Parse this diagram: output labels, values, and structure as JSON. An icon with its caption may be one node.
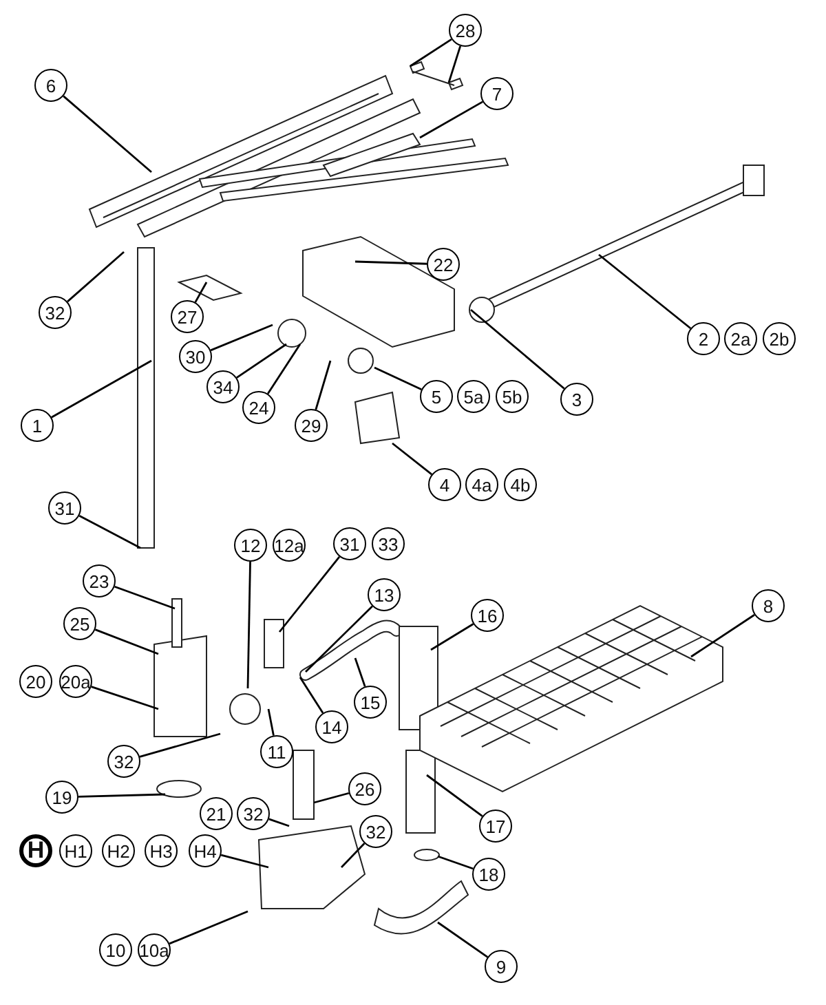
{
  "diagram": {
    "nodes": [
      {
        "text": [
          "6"
        ]
      },
      {
        "text": [
          "28"
        ]
      },
      {
        "text": [
          "7"
        ]
      },
      {
        "text": [
          "32"
        ]
      },
      {
        "text": [
          "22"
        ]
      },
      {
        "text": [
          "27"
        ]
      },
      {
        "text": [
          "2"
        ]
      },
      {
        "text": [
          "2a"
        ]
      },
      {
        "text": [
          "2b"
        ]
      },
      {
        "text": [
          "30"
        ]
      },
      {
        "text": [
          "34"
        ]
      },
      {
        "text": [
          "24"
        ]
      },
      {
        "text": [
          "29"
        ]
      },
      {
        "text": [
          "5"
        ]
      },
      {
        "text": [
          "5a"
        ]
      },
      {
        "text": [
          "5b"
        ]
      },
      {
        "text": [
          "3"
        ]
      },
      {
        "text": [
          "1"
        ]
      },
      {
        "text": [
          "4"
        ]
      },
      {
        "text": [
          "4a"
        ]
      },
      {
        "text": [
          "4b"
        ]
      },
      {
        "text": [
          "31"
        ]
      },
      {
        "text": [
          "12"
        ]
      },
      {
        "text": [
          "12a"
        ]
      },
      {
        "text": [
          "31"
        ]
      },
      {
        "text": [
          "33"
        ]
      },
      {
        "text": [
          "13"
        ]
      },
      {
        "text": [
          "23"
        ]
      },
      {
        "text": [
          "25"
        ]
      },
      {
        "text": [
          "20"
        ]
      },
      {
        "text": [
          "20a"
        ]
      },
      {
        "text": [
          "16"
        ]
      },
      {
        "text": [
          "8"
        ]
      },
      {
        "text": [
          "15"
        ]
      },
      {
        "text": [
          "14"
        ]
      },
      {
        "text": [
          "32"
        ]
      },
      {
        "text": [
          "11"
        ]
      },
      {
        "text": [
          "26"
        ]
      },
      {
        "text": [
          "19"
        ]
      },
      {
        "text": [
          "21"
        ]
      },
      {
        "text": [
          "32"
        ]
      },
      {
        "text": [
          "32"
        ]
      },
      {
        "text": [
          "17"
        ]
      },
      {
        "text": [
          "H"
        ]
      },
      {
        "text": [
          "H1"
        ]
      },
      {
        "text": [
          "H2"
        ]
      },
      {
        "text": [
          "H3"
        ]
      },
      {
        "text": [
          "H4"
        ]
      },
      {
        "text": [
          "18"
        ]
      },
      {
        "text": [
          "10"
        ]
      },
      {
        "text": [
          "10a"
        ]
      },
      {
        "text": [
          "9"
        ]
      }
    ],
    "edges": [
      {
        "from": 0,
        "to": null,
        "arrow": "none"
      },
      {
        "from": 1,
        "to": null,
        "arrow": "none"
      },
      {
        "from": 1,
        "to": null,
        "arrow": "none"
      },
      {
        "from": 2,
        "to": null,
        "arrow": "none"
      },
      {
        "from": 3,
        "to": null,
        "arrow": "none"
      },
      {
        "from": 4,
        "to": null,
        "arrow": "none"
      },
      {
        "from": 5,
        "to": null,
        "arrow": "none"
      },
      {
        "from": 6,
        "to": null,
        "arrow": "none"
      },
      {
        "from": 9,
        "to": null,
        "arrow": "none"
      },
      {
        "from": 10,
        "to": null,
        "arrow": "none"
      },
      {
        "from": 11,
        "to": null,
        "arrow": "none"
      },
      {
        "from": 12,
        "to": null,
        "arrow": "none"
      },
      {
        "from": 13,
        "to": null,
        "arrow": "none"
      },
      {
        "from": 16,
        "to": null,
        "arrow": "none"
      },
      {
        "from": 17,
        "to": null,
        "arrow": "none"
      },
      {
        "from": 18,
        "to": null,
        "arrow": "none"
      },
      {
        "from": 21,
        "to": null,
        "arrow": "none"
      },
      {
        "from": 22,
        "to": null,
        "arrow": "none"
      },
      {
        "from": 24,
        "to": null,
        "arrow": "none"
      },
      {
        "from": 26,
        "to": null,
        "arrow": "none"
      },
      {
        "from": 27,
        "to": null,
        "arrow": "none"
      },
      {
        "from": 28,
        "to": null,
        "arrow": "none"
      },
      {
        "from": 30,
        "to": null,
        "arrow": "none"
      },
      {
        "from": 31,
        "to": null,
        "arrow": "none"
      },
      {
        "from": 32,
        "to": null,
        "arrow": "none"
      },
      {
        "from": 33,
        "to": null,
        "arrow": "none"
      },
      {
        "from": 34,
        "to": null,
        "arrow": "none"
      },
      {
        "from": 35,
        "to": null,
        "arrow": "none"
      },
      {
        "from": 36,
        "to": null,
        "arrow": "none"
      },
      {
        "from": 37,
        "to": null,
        "arrow": "none"
      },
      {
        "from": 38,
        "to": null,
        "arrow": "none"
      },
      {
        "from": 40,
        "to": null,
        "arrow": "none"
      },
      {
        "from": 41,
        "to": null,
        "arrow": "none"
      },
      {
        "from": 42,
        "to": null,
        "arrow": "none"
      },
      {
        "from": 47,
        "to": null,
        "arrow": "none"
      },
      {
        "from": 48,
        "to": null,
        "arrow": "none"
      },
      {
        "from": 50,
        "to": null,
        "arrow": "none"
      },
      {
        "from": 51,
        "to": null,
        "arrow": "none"
      }
    ]
  }
}
